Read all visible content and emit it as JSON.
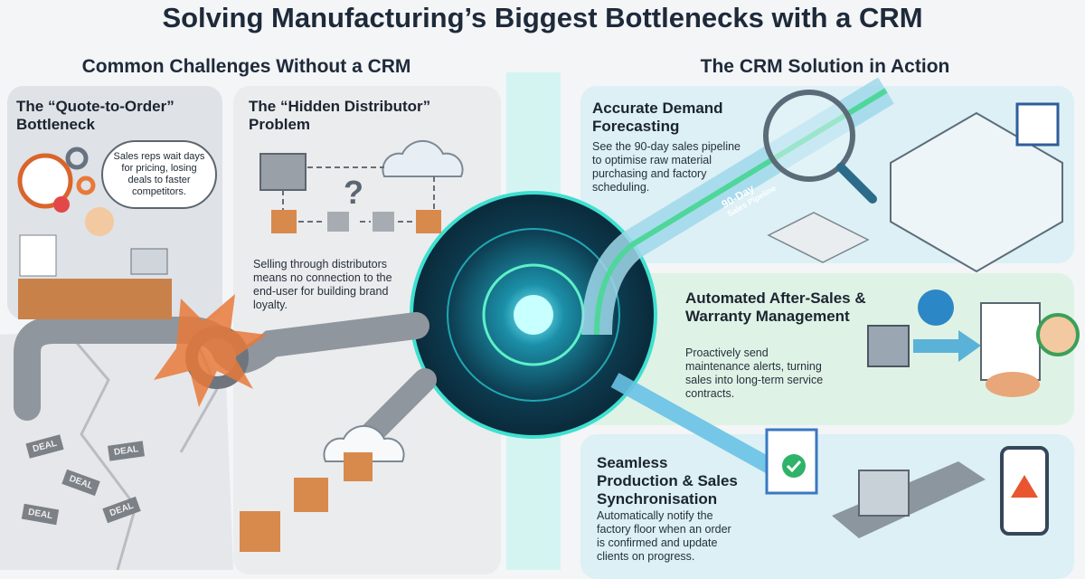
{
  "title": "Solving Manufacturing’s Biggest Bottlenecks with a CRM",
  "left_section": {
    "heading": "Common Challenges Without a CRM",
    "cards": [
      {
        "title": "The “Quote-to-Order” Bottleneck",
        "body": "Sales reps wait days for pricing, losing deals to faster competitors."
      },
      {
        "title": "The “Hidden Distributor” Problem",
        "body": "Selling through distributors means no connection to the end-user for building brand loyalty."
      }
    ],
    "deal_label": "DEAL"
  },
  "right_section": {
    "heading": "The CRM Solution in Action",
    "cards": [
      {
        "title": "Accurate Demand Forecasting",
        "body": "See the 90-day sales pipeline to optimise raw material purchasing and factory scheduling.",
        "pipe_label_1": "90-Day",
        "pipe_label_2": "Sales Pipeline"
      },
      {
        "title": "Automated After-Sales & Warranty Management",
        "body": "Proactively send maintenance alerts, turning sales into long-term service contracts."
      },
      {
        "title": "Seamless Production & Sales Synchronisation",
        "body": "Automatically notify the factory floor when an order is confirmed and update clients on progress."
      }
    ]
  },
  "colors": {
    "accent_orange": "#e8793a",
    "hub_dark": "#0d3b4f",
    "glow": "#3fe0d0",
    "card_blue": "#dcf0f5",
    "card_green": "#dff2e6",
    "card_gray": "#dfe2e6"
  }
}
